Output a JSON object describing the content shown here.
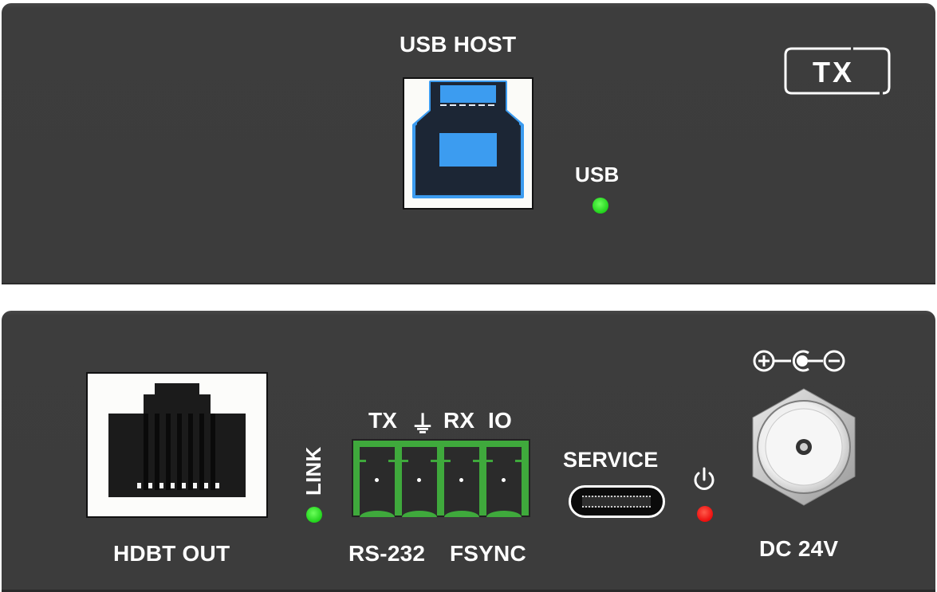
{
  "top_panel": {
    "usb_host_label": "USB HOST",
    "usb_led_label": "USB",
    "usb_led_color": "#20d21b",
    "badge_text": "TX"
  },
  "bottom_panel": {
    "hdbt_label": "HDBT OUT",
    "link_label": "LINK",
    "link_led_color": "#20d21b",
    "terminal_pin_labels": [
      "TX",
      "⏚",
      "RX",
      "IO"
    ],
    "terminal_group_labels": [
      "RS-232",
      "FSYNC"
    ],
    "terminal_color": "#3fa93c",
    "service_label": "SERVICE",
    "power_icon": "power-icon",
    "power_led_color": "#ec0d0d",
    "polarity_icon": "dc-polarity-icon",
    "dc_label": "DC 24V"
  },
  "colors": {
    "panel": "#3c3c3c",
    "usb_blue": "#3c9cf0",
    "label": "#ffffff"
  }
}
